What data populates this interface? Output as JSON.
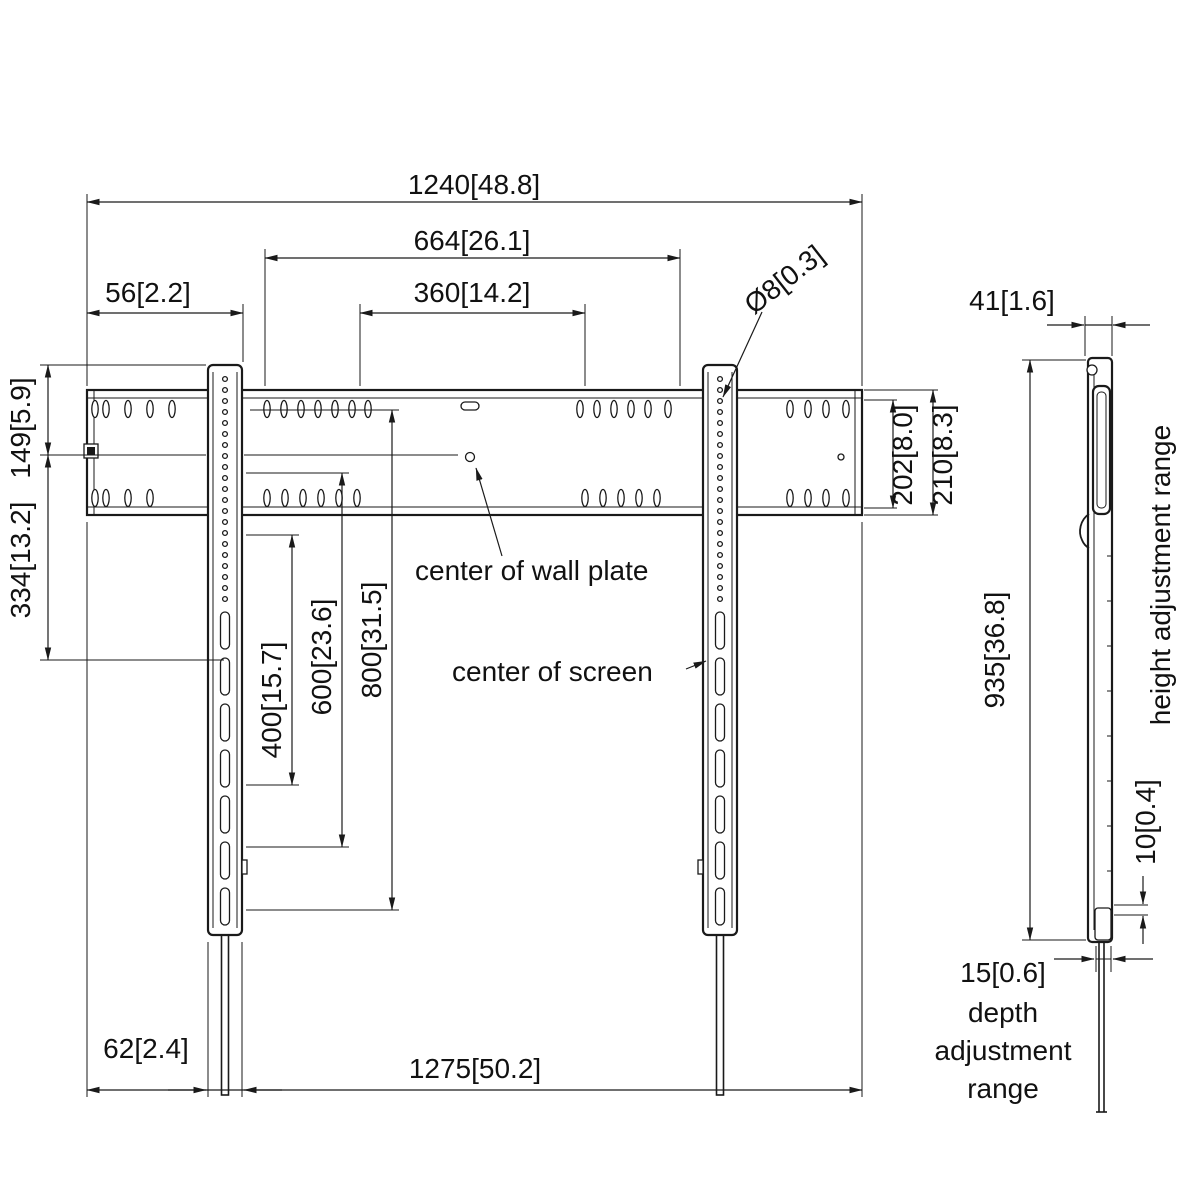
{
  "front_view": {
    "dims": {
      "overall_width": "1240[48.8]",
      "inner_width": "664[26.1]",
      "edge_offset": "56[2.2]",
      "slot_span": "360[14.2]",
      "hole_diameter": "Ø8[0.3]",
      "plate_height_left": "149[5.9]",
      "center_drop": "334[13.2]",
      "vesa_400": "400[15.7]",
      "vesa_600": "600[23.6]",
      "vesa_800": "800[31.5]",
      "plate_height_inner": "202[8.0]",
      "plate_height_outer": "210[8.3]",
      "rail_foot_width": "62[2.4]",
      "overall_width_bottom": "1275[50.2]"
    },
    "labels": {
      "center_of_wall_plate": "center of wall plate",
      "center_of_screen": "center of screen"
    }
  },
  "side_view": {
    "dims": {
      "depth": "41[1.6]",
      "rail_height": "935[36.8]",
      "height_adjustment": "10[0.4]",
      "depth_adjustment": "15[0.6]"
    },
    "labels": {
      "height_adjustment_range": "height adjustment range",
      "depth_line1": "depth",
      "depth_line2": "adjustment",
      "depth_line3": "range"
    }
  },
  "colors": {
    "line": "#1a1a1a",
    "background": "#ffffff"
  }
}
